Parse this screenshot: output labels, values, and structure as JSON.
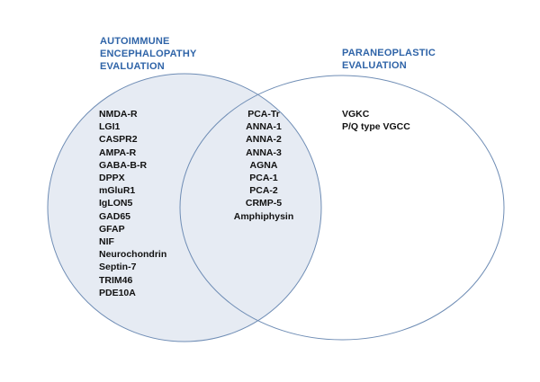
{
  "colors": {
    "circle_fill": "#e6ebf3",
    "circle_stroke": "#6f8db5",
    "heading": "#2f64a8"
  },
  "headings": {
    "autoimmune": [
      "AUTOIMMUNE",
      "ENCEPHALOPATHY",
      "EVALUATION"
    ],
    "paraneoplastic": [
      "PARANEOPLASTIC",
      "EVALUATION"
    ]
  },
  "lists": {
    "autoimmune_only": [
      "NMDA-R",
      "LGI1",
      "CASPR2",
      "AMPA-R",
      "GABA-B-R",
      "DPPX",
      "mGluR1",
      "IgLON5",
      "GAD65",
      "GFAP",
      "NIF",
      "Neurochondrin",
      "Septin-7",
      "TRIM46",
      "PDE10A"
    ],
    "shared": [
      "PCA-Tr",
      "ANNA-1",
      "ANNA-2",
      "ANNA-3",
      "AGNA",
      "PCA-1",
      "PCA-2",
      "CRMP-5",
      "Amphiphysin"
    ],
    "paraneoplastic_only": [
      "VGKC",
      "P/Q type VGCC"
    ]
  }
}
